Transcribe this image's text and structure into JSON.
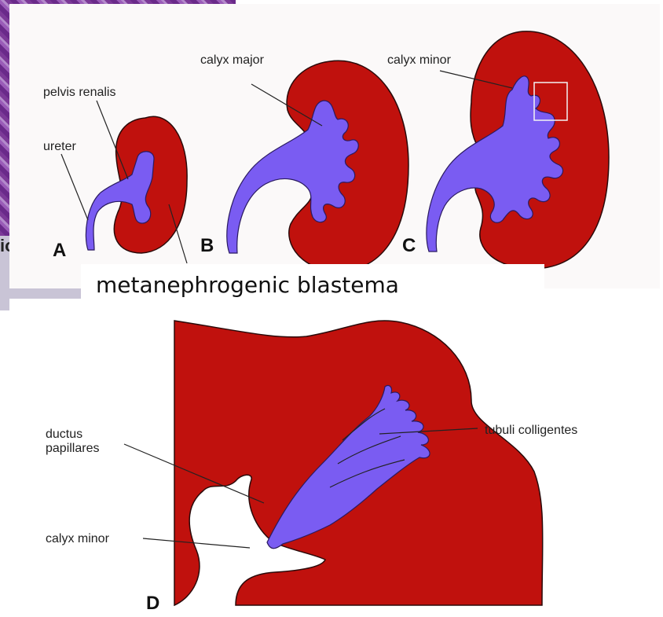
{
  "labels": {
    "ureter": "ureter",
    "pelvis_renalis": "pelvis renalis",
    "calyx_major": "calyx major",
    "calyx_minor_top": "calyx minor",
    "caption": "metanephrogenic blastema",
    "ductus": "ductus",
    "papillares": "papillares",
    "tubuli_colligentes": "tubuli colligentes",
    "calyx_minor_bottom": "calyx minor",
    "edge_fragment": "io"
  },
  "panel_letters": [
    "A",
    "B",
    "C",
    "D"
  ],
  "colors": {
    "kidney": "#c0110d",
    "collecting_system": "#7a5cf2",
    "background_texture": "#7c3a98"
  }
}
